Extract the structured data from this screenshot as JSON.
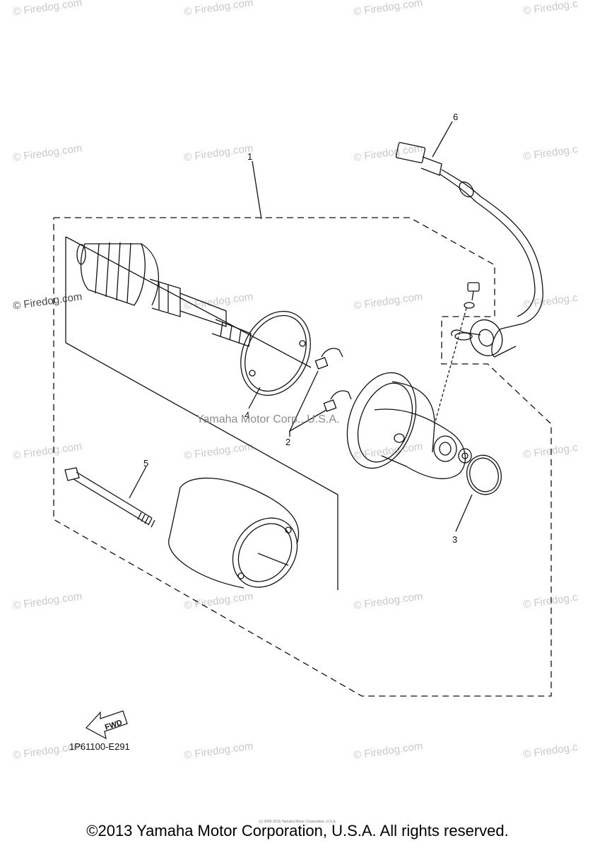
{
  "watermark_text": "© Firedog.com",
  "watermark_text_alt": "© Firedog.c",
  "center_watermark": "Yamaha Motor Corp., U.S.A.",
  "callouts": {
    "c1": "1",
    "c2": "2",
    "c3": "3",
    "c4": "4",
    "c5": "5",
    "c6": "6"
  },
  "fwd_label": "FWD",
  "diagram_code": "1P61100-E291",
  "fine_print": "(c) 2005-2015 Yamaha Motor Corporation, U.S.A.",
  "copyright": "©2013 Yamaha Motor Corporation, U.S.A. All rights reserved."
}
